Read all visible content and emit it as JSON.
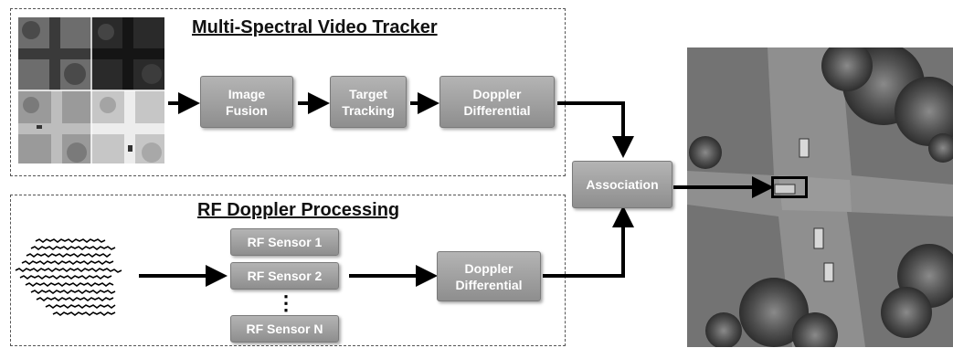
{
  "panels": {
    "video_tracker_title": "Multi-Spectral Video Tracker",
    "rf_title": "RF Doppler Processing"
  },
  "nodes": {
    "image_fusion": "Image\nFusion",
    "target_tracking": "Target\nTracking",
    "doppler_differential_video": "Doppler\nDifferential",
    "association": "Association",
    "rf_sensor_1": "RF Sensor 1",
    "rf_sensor_2": "RF Sensor 2",
    "rf_sensor_ellipsis": "⋮",
    "rf_sensor_n": "RF Sensor N",
    "doppler_differential_rf": "Doppler\nDifferential"
  },
  "colors": {
    "node_fill": "#9e9e9e",
    "node_text": "#ffffff",
    "arrow": "#000000",
    "dashed_border": "#555555"
  }
}
